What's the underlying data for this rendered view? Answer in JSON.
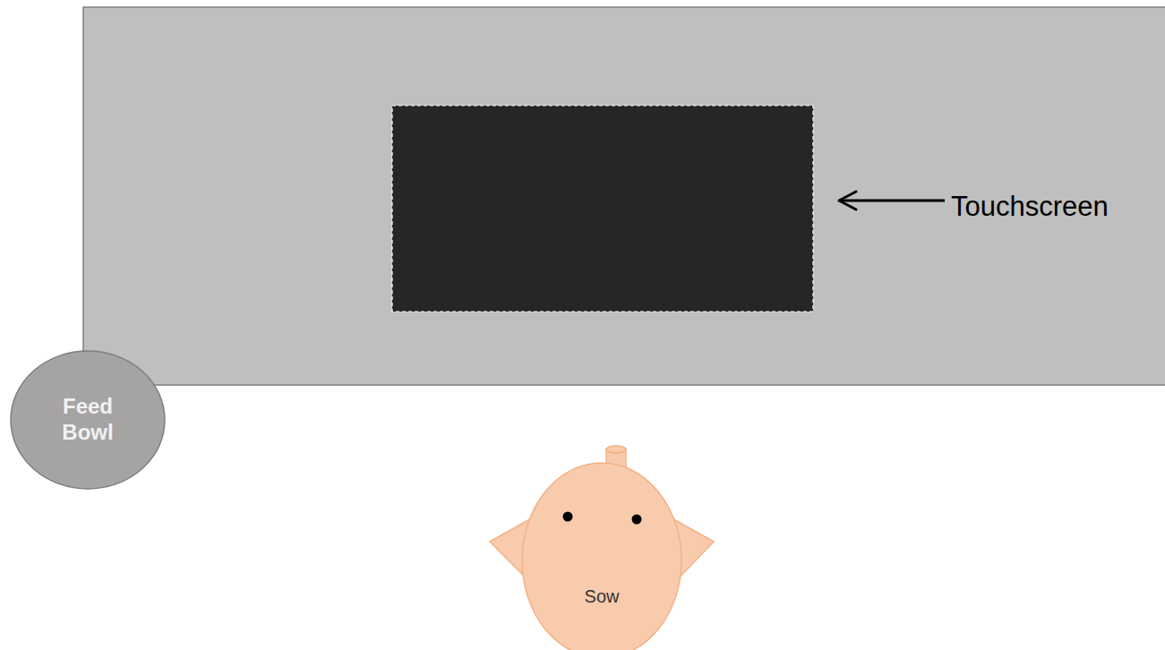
{
  "diagram": {
    "nodes": [
      {
        "text": [
          "Feed Bowl"
        ]
      },
      {
        "text": [
          "Sow"
        ]
      }
    ],
    "labels": [
      "Touchscreen"
    ]
  }
}
